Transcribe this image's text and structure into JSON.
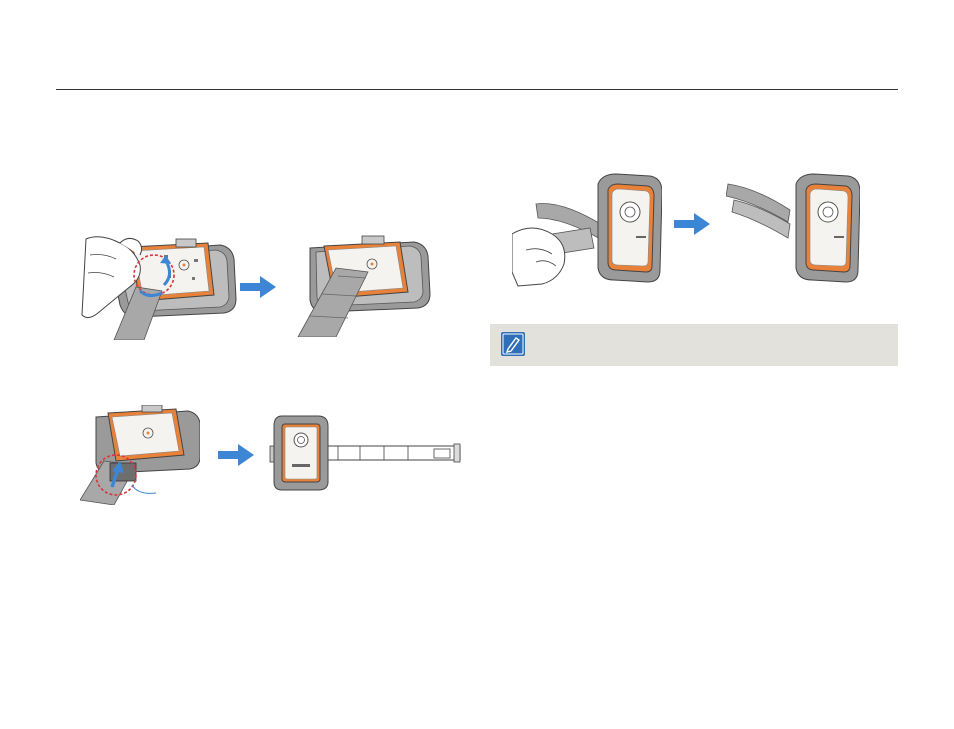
{
  "page": {
    "note": {
      "icon": "note-pencil-icon",
      "text": ""
    },
    "figures": [
      {
        "name": "fasten-strap-lift-buckle",
        "icon": "hand-lifting-strap-illustration"
      },
      {
        "name": "fasten-strap-through-holder",
        "icon": "strap-threaded-illustration"
      },
      {
        "name": "insert-strap-end",
        "icon": "strap-end-insert-illustration"
      },
      {
        "name": "holder-with-strap-extended",
        "icon": "holder-front-strap-illustration"
      },
      {
        "name": "fold-strap-hand",
        "icon": "hand-folding-velcro-illustration"
      },
      {
        "name": "strap-folded-complete",
        "icon": "strap-folded-illustration"
      }
    ],
    "colors": {
      "accent_orange": "#e8823a",
      "arrow_blue": "#3d86d6",
      "highlight_red": "#d9363e",
      "note_bg": "#e3e1dc",
      "note_icon_blue": "#2e6fb8",
      "holder_grey": "#8f8f8f"
    }
  }
}
